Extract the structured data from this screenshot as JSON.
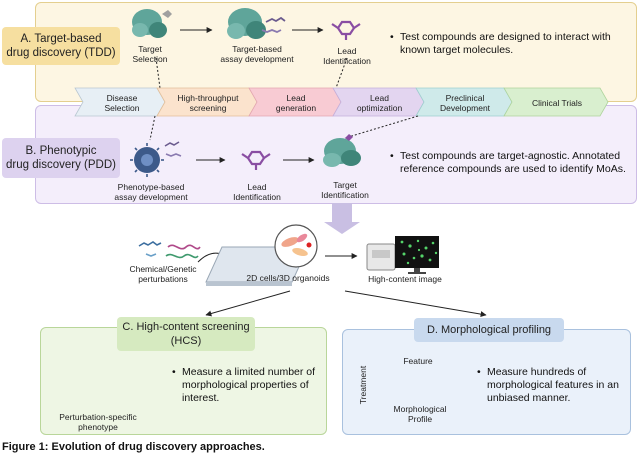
{
  "tdd": {
    "label_line1": "A. Target-based",
    "label_line2": "drug discovery (TDD)",
    "step1_line1": "Target",
    "step1_line2": "Selection",
    "step2_line1": "Target-based",
    "step2_line2": "assay development",
    "step3_line1": "Lead",
    "step3_line2": "Identification",
    "bullet_line1": "Test compounds are designed to interact with",
    "bullet_line2": "known target molecules."
  },
  "pipeline": [
    {
      "line1": "Disease",
      "line2": "Selection",
      "color": "#e7eff5"
    },
    {
      "line1": "High-throughput",
      "line2": "screening",
      "color": "#fbe3cd"
    },
    {
      "line1": "Lead",
      "line2": "generation",
      "color": "#f8cbd3"
    },
    {
      "line1": "Lead",
      "line2": "optimization",
      "color": "#e3d5f0"
    },
    {
      "line1": "Preclinical",
      "line2": "Development",
      "color": "#cfeaea"
    },
    {
      "line1": "Clinical Trials",
      "line2": "",
      "color": "#d9efcf"
    }
  ],
  "pdd": {
    "label_line1": "B. Phenotypic",
    "label_line2": "drug discovery (PDD)",
    "step1_line1": "Phenotype-based",
    "step1_line2": "assay development",
    "step2_line1": "Lead",
    "step2_line2": "Identification",
    "step3_line1": "Target",
    "step3_line2": "Identification",
    "bullet_line1": "Test compounds are target-agnostic. Annotated",
    "bullet_line2": "reference compounds are used to identify MoAs."
  },
  "workflow": {
    "perturb_line1": "Chemical/Genetic",
    "perturb_line2": "perturbations",
    "cells": "2D cells/3D organoids",
    "image": "High-content image"
  },
  "hcs": {
    "label_line1": "C. High-content screening",
    "label_line2": "(HCS)",
    "bullet_line1": "Measure a limited number of",
    "bullet_line2": "morphological properties of",
    "bullet_line3": "interest.",
    "caption_line1": "Perturbation-specific",
    "caption_line2": "phenotype"
  },
  "profiling": {
    "label": "D. Morphological profiling",
    "feature": "Feature",
    "treatment": "Treatment",
    "caption_line1": "Morphological",
    "caption_line2": "Profile",
    "bullet_line1": "Measure hundreds of",
    "bullet_line2": "morphological features in an",
    "bullet_line3": "unbiased manner."
  },
  "figure_caption": "Figure 1: Evolution of drug discovery approaches.",
  "colors": {
    "protein": "#5fa59a",
    "ligand": "#8a4ea3",
    "arrow": "#222222"
  }
}
